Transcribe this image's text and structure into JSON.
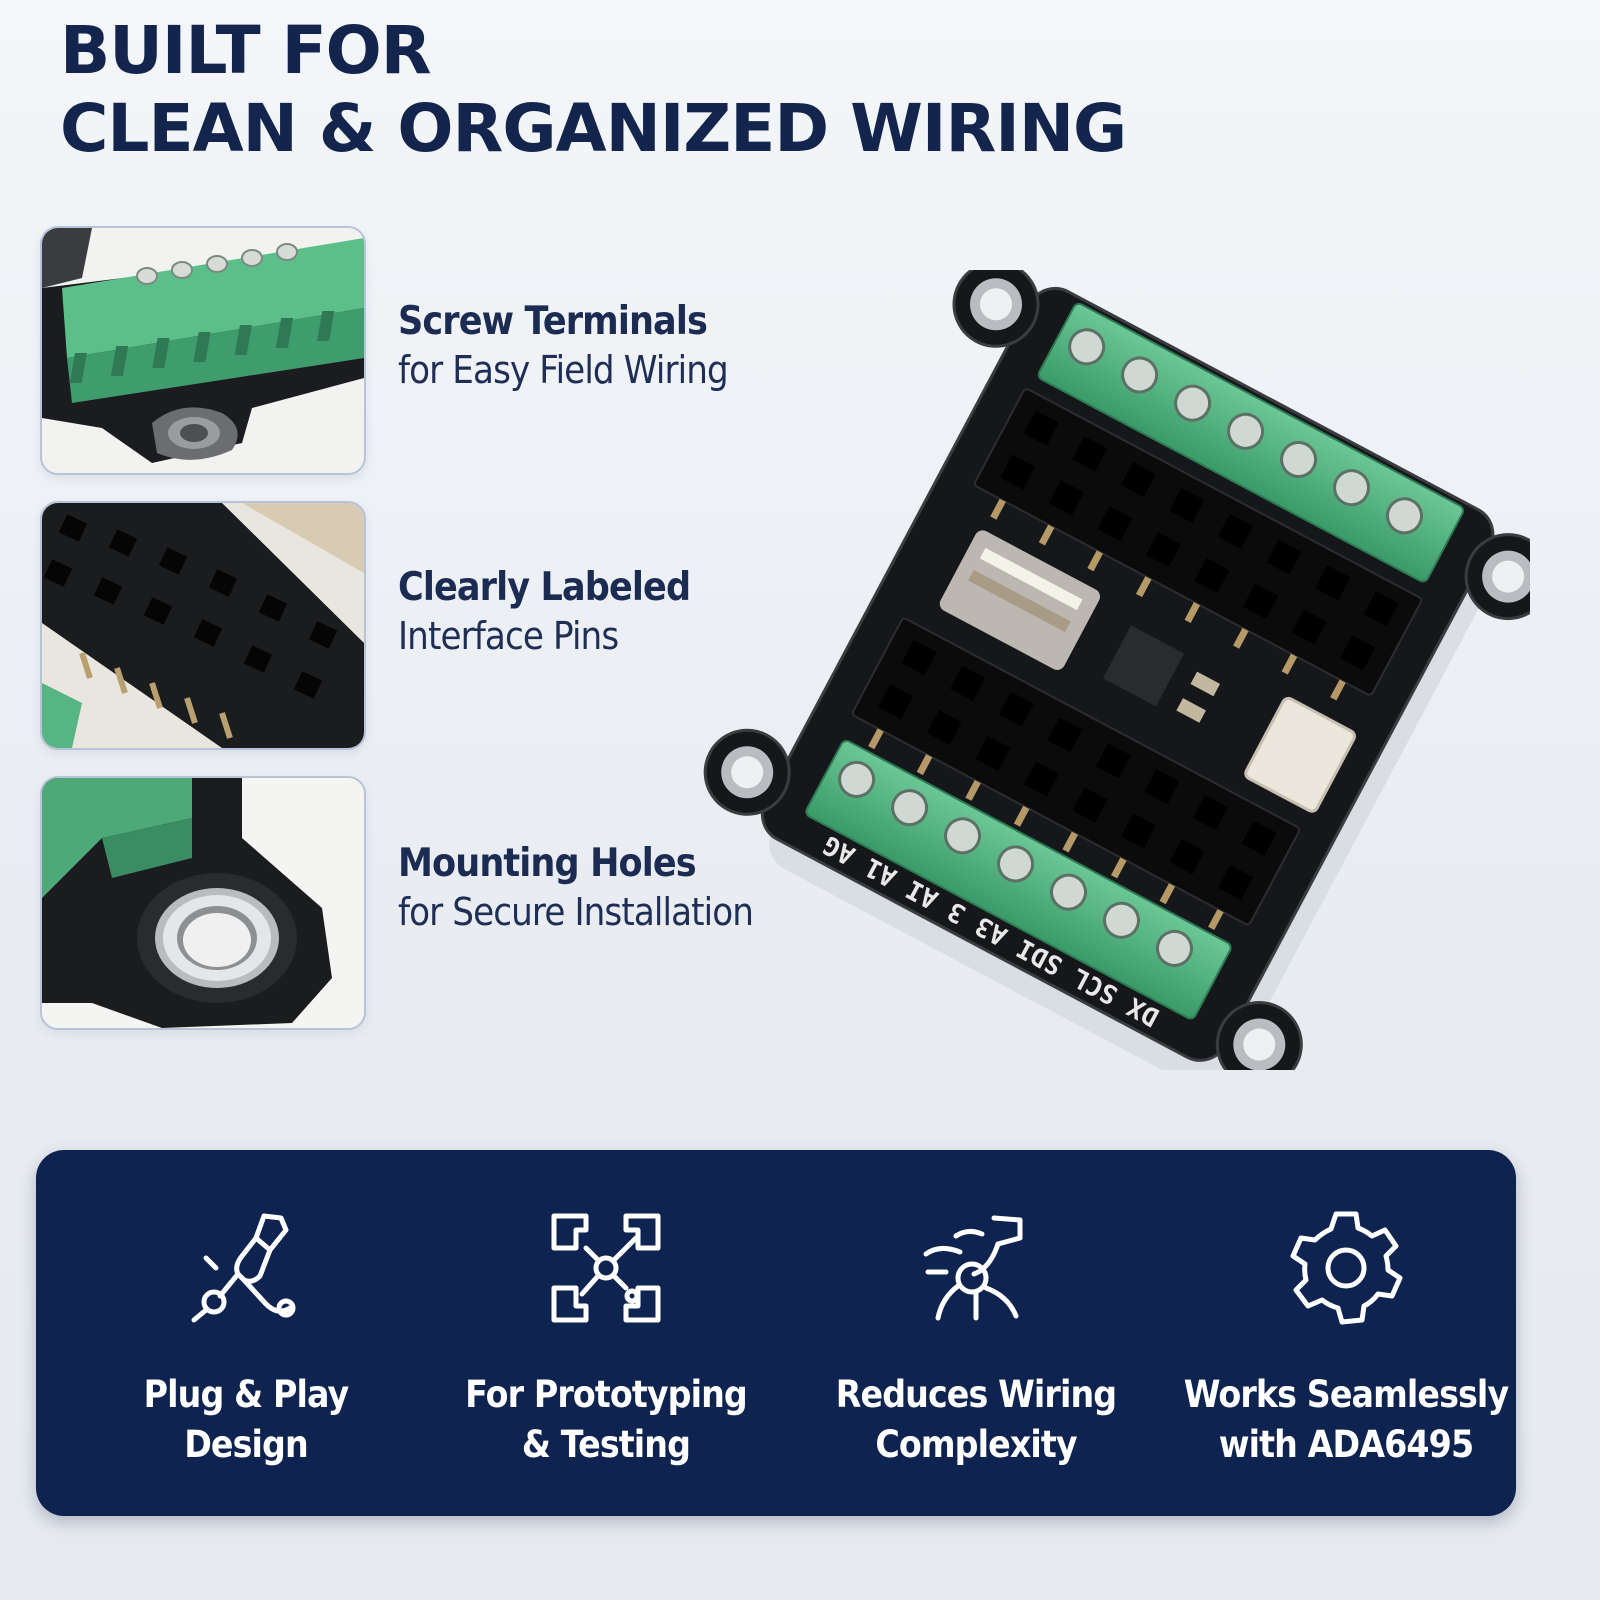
{
  "header": {
    "title_line1": "BUILT FOR",
    "title_line2": "CLEAN & ORGANIZED WIRING"
  },
  "features": [
    {
      "title": "Screw Terminals",
      "subtitle": "for Easy Field Wiring"
    },
    {
      "title": "Clearly Labeled",
      "subtitle": "Interface Pins"
    },
    {
      "title": "Mounting Holes",
      "subtitle": "for Secure Installation"
    }
  ],
  "board": {
    "silkscreen": "DX SCL SDI A3 3 AI A1 AG"
  },
  "benefits": [
    {
      "line1": "Plug & Play",
      "line2": "Design",
      "icon": "plug-icon"
    },
    {
      "line1": "For Prototyping",
      "line2": "& Testing",
      "icon": "prototyping-icon"
    },
    {
      "line1": "Reduces Wiring",
      "line2": "Complexity",
      "icon": "wiring-icon"
    },
    {
      "line1": "Works Seamlessly",
      "line2": "with ADA6495",
      "icon": "gear-icon"
    }
  ],
  "colors": {
    "title": "#14254d",
    "banner": "#0f2350",
    "terminal_green": "#4fb080",
    "pcb_black": "#15171a"
  }
}
